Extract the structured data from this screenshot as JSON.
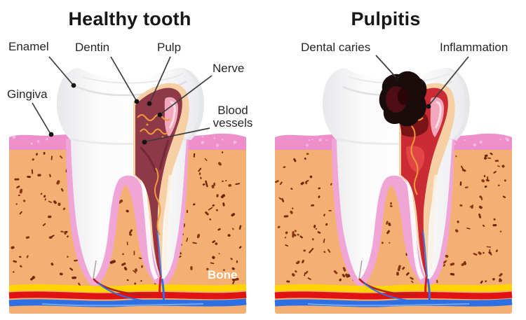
{
  "figure": {
    "background": "#ffffff",
    "panels": [
      {
        "id": "healthy-tooth",
        "title": "Healthy tooth",
        "labels": {
          "enamel": "Enamel",
          "dentin": "Dentin",
          "pulp": "Pulp",
          "nerve": "Nerve",
          "blood_vessels": "Blood vessels",
          "gingiva": "Gingiva",
          "bone": "Bone"
        }
      },
      {
        "id": "pulpitis",
        "title": "Pulpitis",
        "labels": {
          "dental_caries": "Dental caries",
          "inflammation": "Inflammation"
        }
      }
    ],
    "colors": {
      "enamel_white": "#fbfbfc",
      "dentin_peach": "#f6cfa4",
      "healthy_pulp_maroon": "#8e3848",
      "inflamed_pulp_red": "#cb2b33",
      "caries_black": "#190c0b",
      "gingiva_pink": "#ee8fcb",
      "ligament_pink": "#efa6d6",
      "bone_orange": "#f4b072",
      "bone_speckle_brown": "#7b2d0e",
      "nerve_yellow_band": "#ffd400",
      "artery_red_band": "#e11212",
      "vein_blue_band": "#2f6fe4",
      "nerve_fiber_orange": "#f09a3a",
      "leader_line": "#3c3c3c"
    }
  }
}
